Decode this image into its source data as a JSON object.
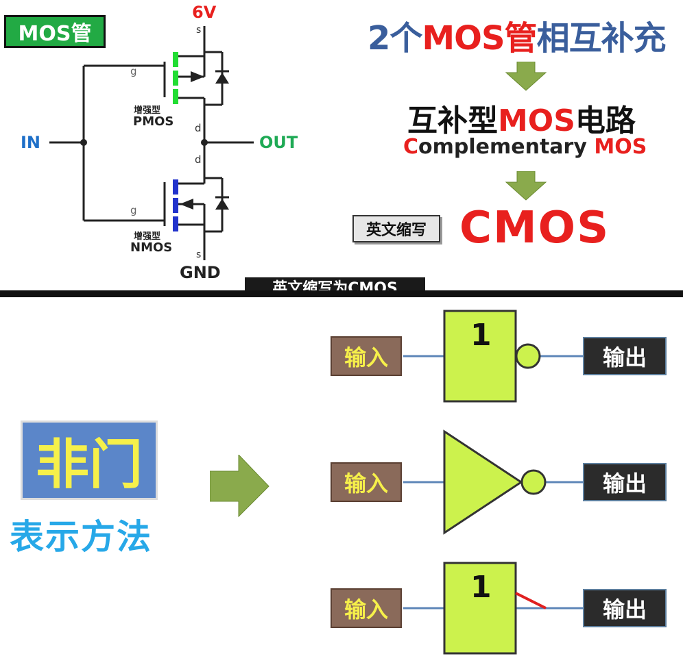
{
  "top_panel": {
    "tag": "MOS管",
    "circuit": {
      "vdd_label": "6V",
      "gnd_label": "GND",
      "in_label": "IN",
      "out_label": "OUT",
      "pmos_type": "增强型",
      "pmos_name": "PMOS",
      "nmos_type": "增强型",
      "nmos_name": "NMOS",
      "pin_s": "s",
      "pin_g": "g",
      "pin_d": "d"
    },
    "title_num": "2个",
    "title_mos": "MOS管",
    "title_rest": "相互补充",
    "line2_a": "互补型",
    "line2_b": "MOS",
    "line2_c": "电路",
    "line3_c": "C",
    "line3_rest": "omplementary",
    "line3_mos": "MOS",
    "abbr_label": "英文缩写",
    "cmos": "CMOS",
    "caption": "英文缩写为CMOS"
  },
  "bottom_panel": {
    "gate_name": "非门",
    "subtitle": "表示方法",
    "input_label": "输入",
    "output_label": "输出",
    "gate_symbol": "1"
  },
  "colors": {
    "green": "#22aa44",
    "red": "#e8201e",
    "blue_title": "#3a5e9c",
    "gate_fill": "#ccf24d",
    "arrow_fill": "#8aaa4c"
  }
}
